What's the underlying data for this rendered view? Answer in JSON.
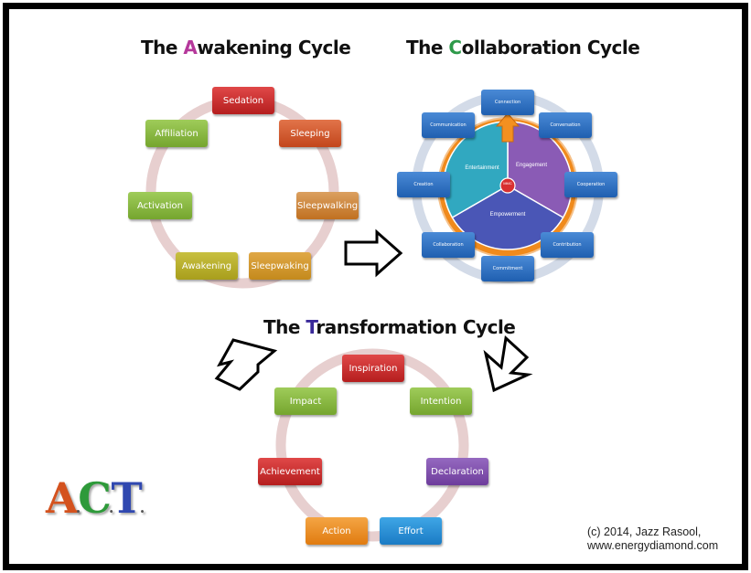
{
  "awakening": {
    "title_first": "The ",
    "title_letter": "A",
    "title_rest": "wakening Cycle",
    "items": [
      "Sedation",
      "Sleeping",
      "Sleepwalking",
      "Sleepwaking",
      "Awakening",
      "Activation",
      "Affiliation"
    ]
  },
  "collaboration": {
    "title_first": "The ",
    "title_letter": "C",
    "title_rest": "ollaboration Cycle",
    "items": [
      "Connection",
      "Conversation",
      "Cooperation",
      "Contribution",
      "Commitment",
      "Collaboration",
      "Creation",
      "Communication"
    ],
    "sectors": [
      "Entertainment",
      "Engagement",
      "Empowerment"
    ],
    "center": "MMC"
  },
  "transformation": {
    "title_first": "The ",
    "title_letter": "T",
    "title_rest": "ransformation Cycle",
    "items": [
      "Inspiration",
      "Intention",
      "Declaration",
      "Effort",
      "Action",
      "Achievement",
      "Impact"
    ]
  },
  "logo": {
    "a": "A",
    "c": "C",
    "t": "T",
    "dot": "."
  },
  "copyright": {
    "line1": "(c) 2014, Jazz Rasool,",
    "line2": "www.energydiamond.com"
  },
  "colors": {
    "a_letter": "#b5389b",
    "c_letter": "#2e9a4a",
    "t_letter": "#3a2a9a",
    "logo_a": "#d4521e",
    "logo_c": "#2e9a3a",
    "logo_t": "#3048b0"
  }
}
